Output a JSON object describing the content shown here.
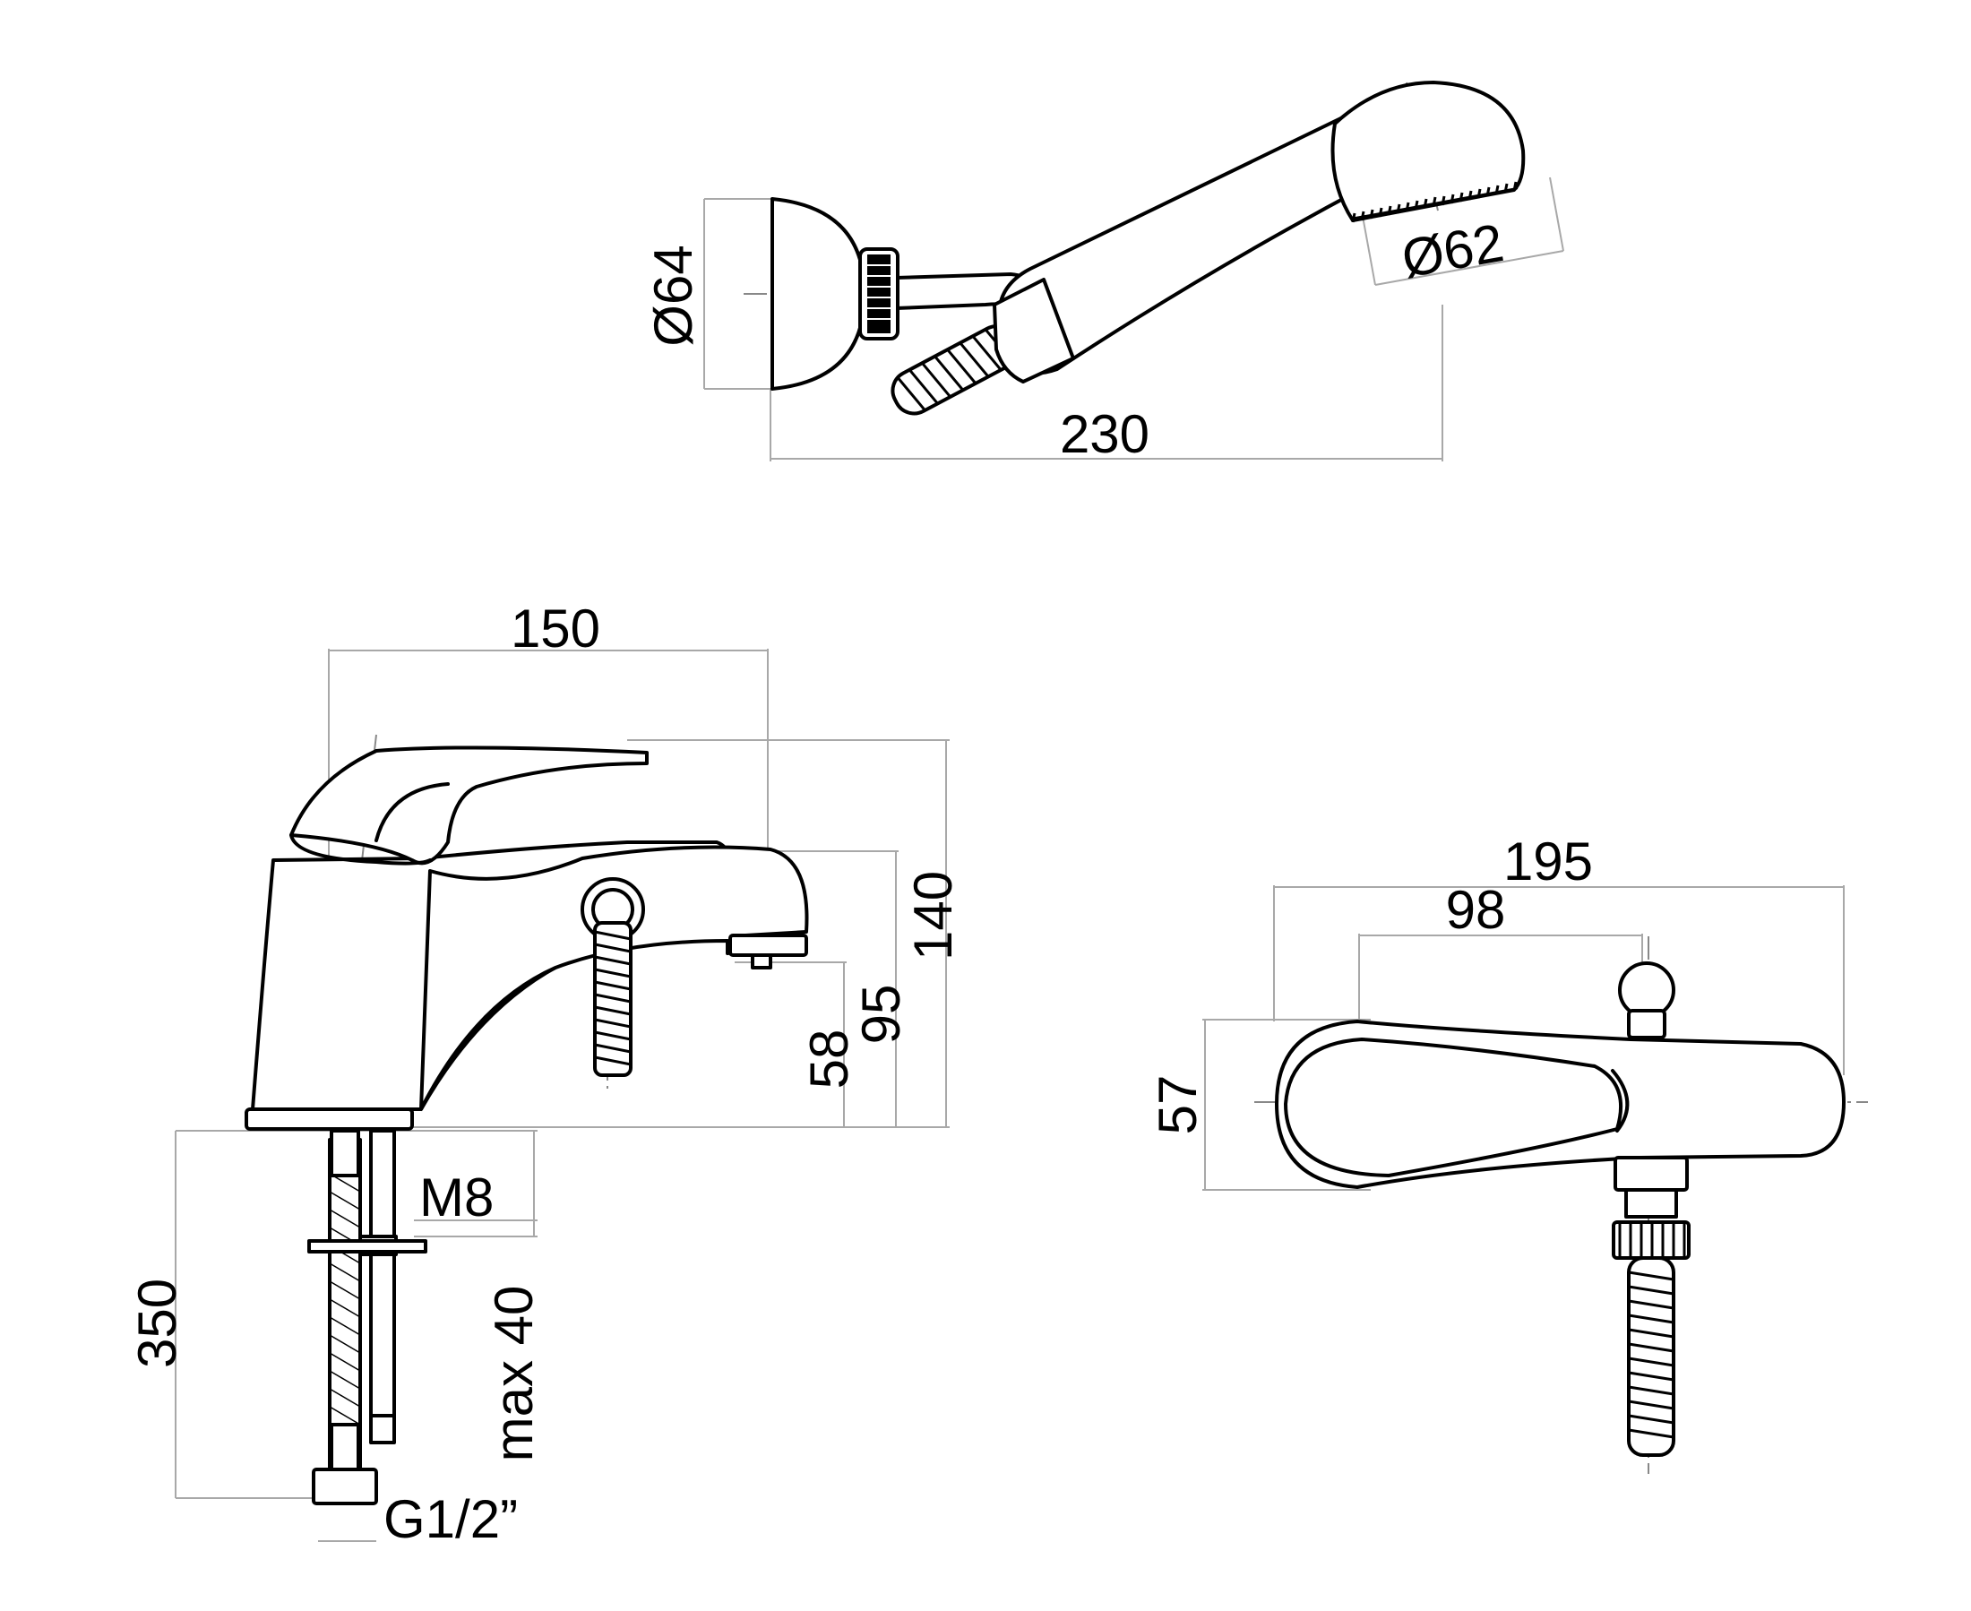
{
  "colors": {
    "line": "#000000",
    "extension_line": "#a8a8a8",
    "center_line": "#888888",
    "background": "#ffffff"
  },
  "hand_shower_view": {
    "wall_bracket_diameter": "Ø64",
    "spray_head_diameter": "Ø62",
    "overall_length": "230"
  },
  "side_view": {
    "overall_depth": "150",
    "total_height": "140",
    "spout_height": "95",
    "outlet_height": "58",
    "stud_thread": "M8",
    "max_deck_thickness": "max 40",
    "hose_length": "350",
    "connection_thread": "G1/2”"
  },
  "top_view": {
    "overall_length": "195",
    "handle_offset": "98",
    "body_width": "57"
  }
}
